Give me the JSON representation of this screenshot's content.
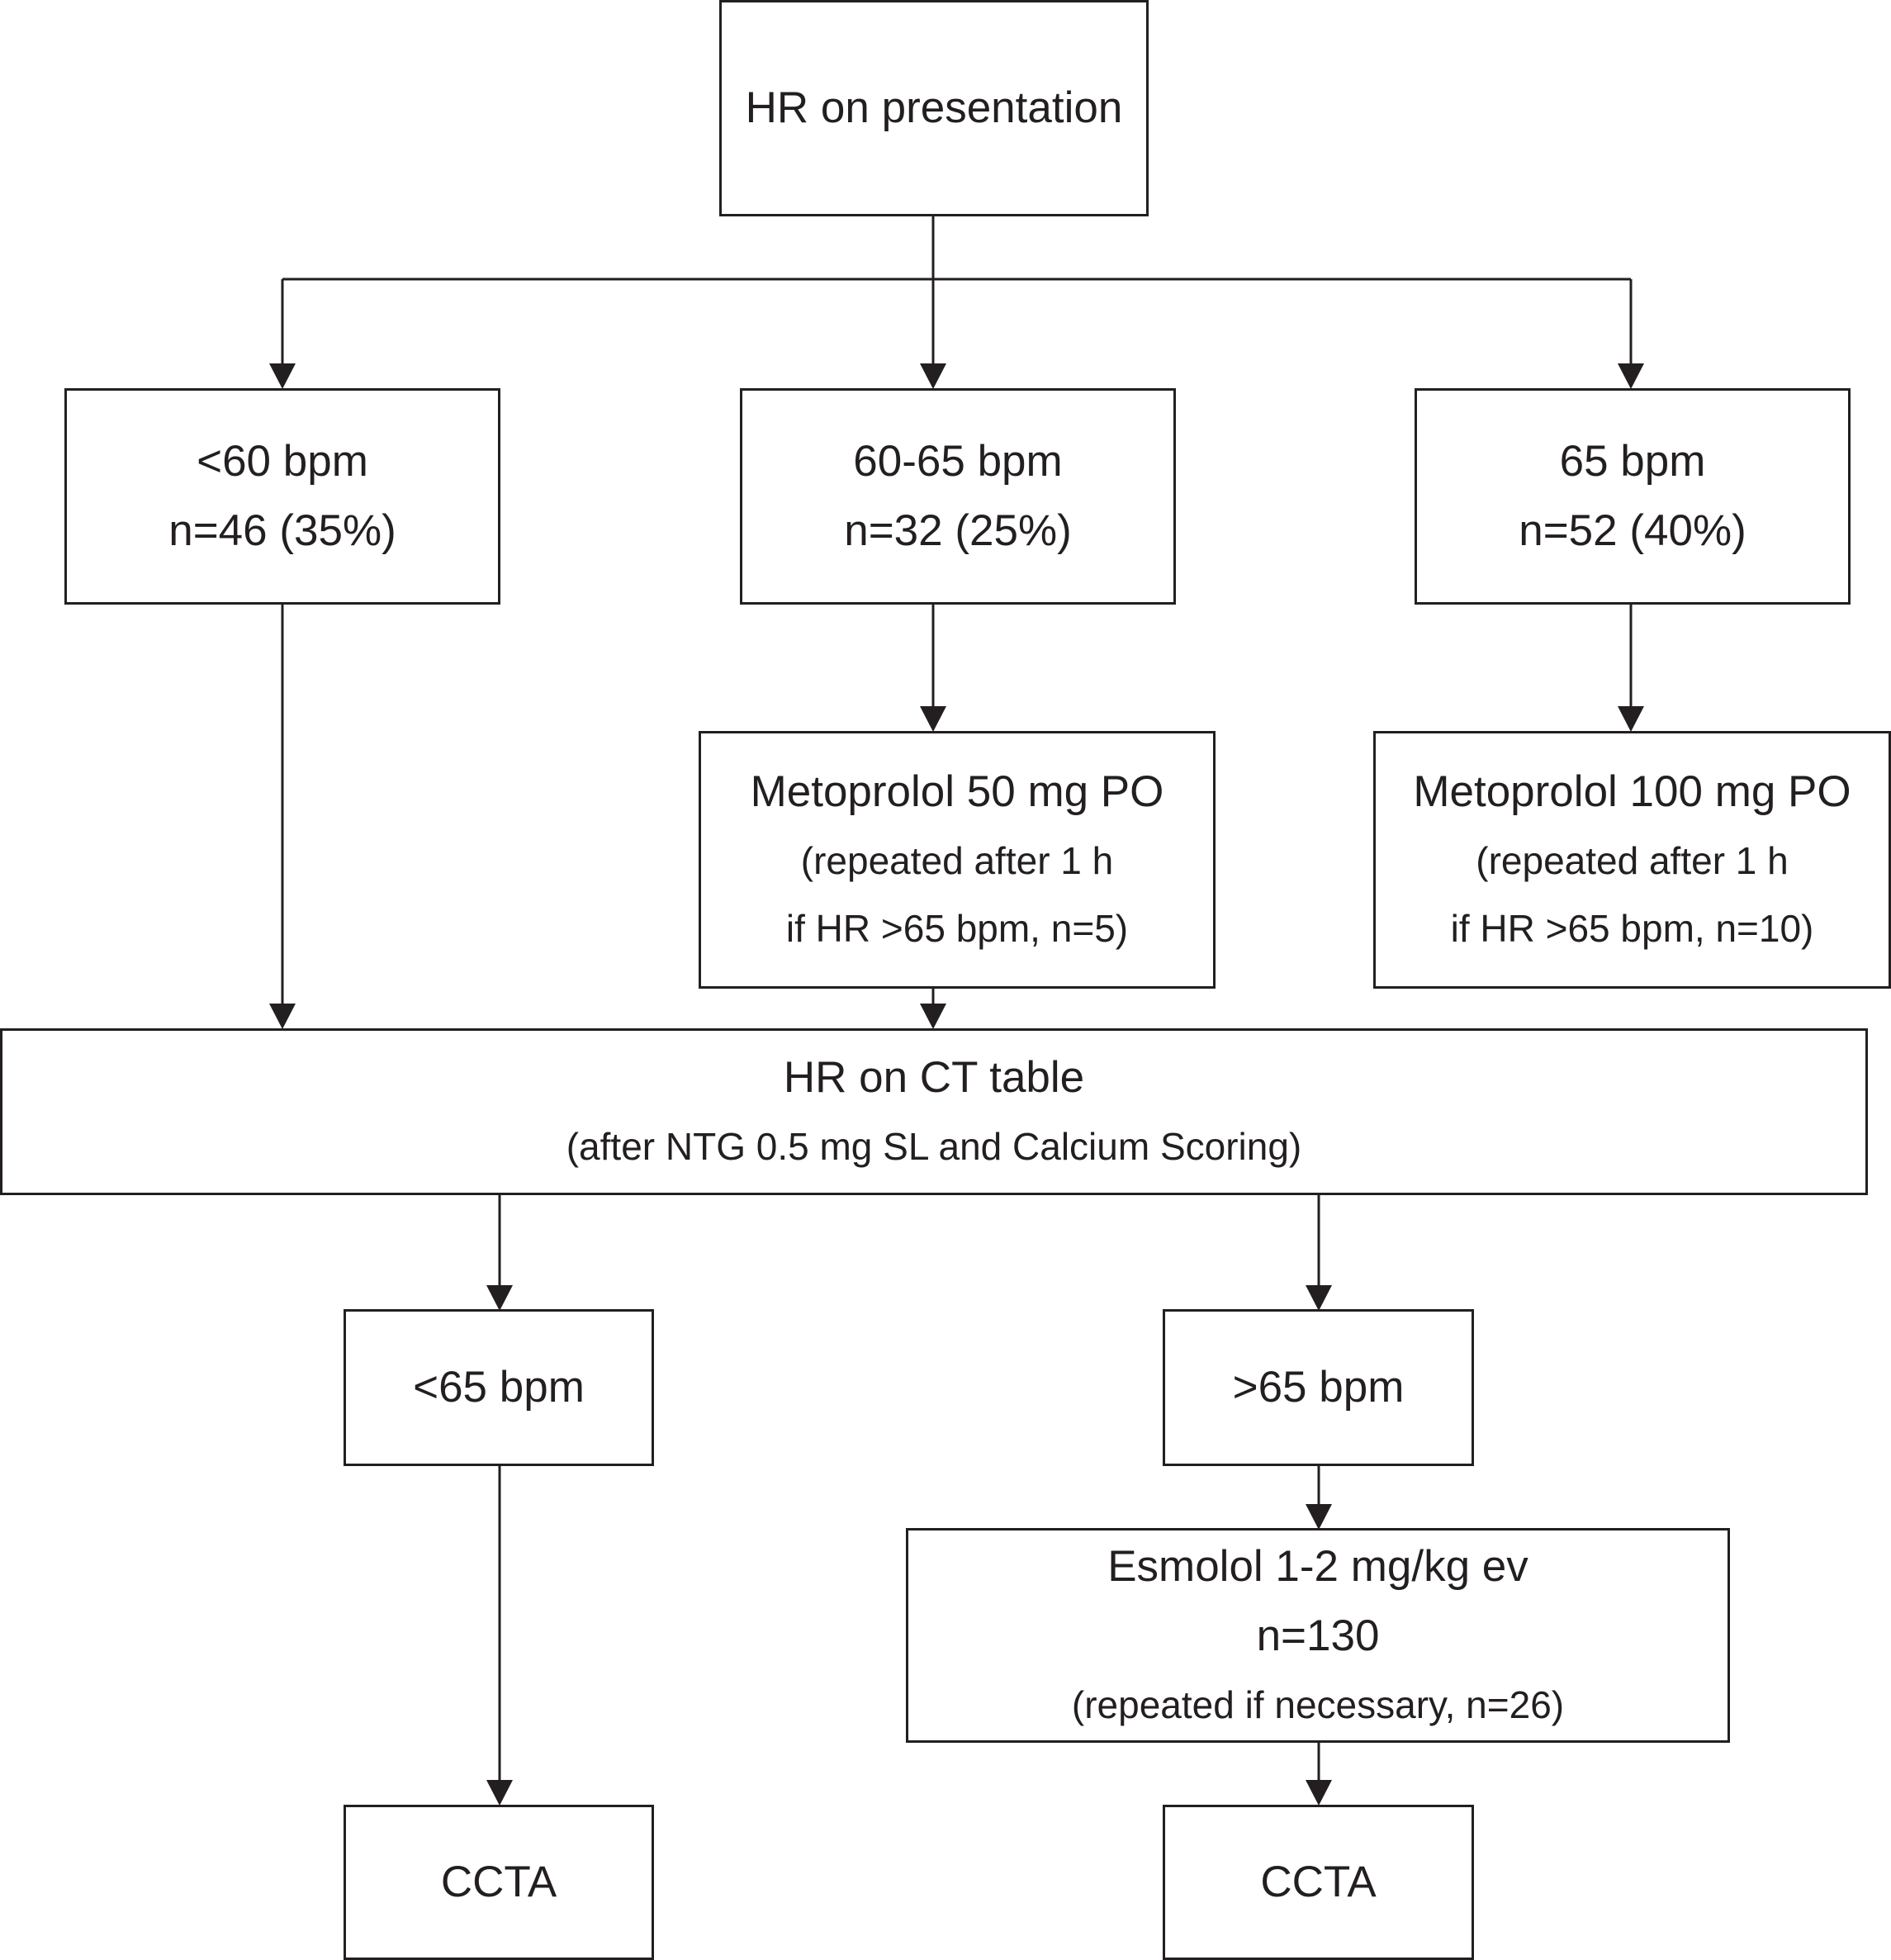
{
  "nodes": {
    "hr_presentation": {
      "lines": [
        "HR on presentation"
      ]
    },
    "lt60": {
      "lines": [
        "<60 bpm",
        "n=46 (35%)"
      ]
    },
    "r60_65": {
      "lines": [
        "60-65 bpm",
        "n=32 (25%)"
      ]
    },
    "r65": {
      "lines": [
        "65 bpm",
        "n=52 (40%)"
      ]
    },
    "meto50": {
      "lines": [
        "Metoprolol 50 mg PO",
        "(repeated after 1 h",
        "if HR >65 bpm, n=5)"
      ]
    },
    "meto100": {
      "lines": [
        "Metoprolol 100 mg PO",
        "(repeated after 1 h",
        "if HR >65 bpm, n=10)"
      ]
    },
    "hr_ct": {
      "lines": [
        "HR on CT table",
        "(after NTG 0.5 mg SL and Calcium Scoring)"
      ]
    },
    "lt65": {
      "lines": [
        "<65 bpm"
      ]
    },
    "gt65": {
      "lines": [
        ">65 bpm"
      ]
    },
    "esmolol": {
      "lines": [
        "Esmolol 1-2 mg/kg ev",
        "n=130",
        "(repeated if necessary, n=26)"
      ]
    },
    "ccta_left": {
      "lines": [
        "CCTA"
      ]
    },
    "ccta_right": {
      "lines": [
        "CCTA"
      ]
    }
  },
  "colors": {
    "stroke": "#231f20",
    "background": "#ffffff"
  }
}
